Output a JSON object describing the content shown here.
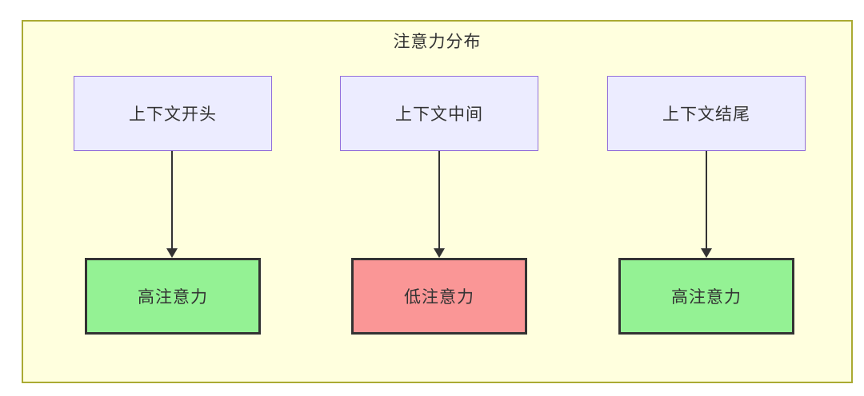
{
  "diagram": {
    "title": "注意力分布",
    "columns": [
      {
        "source_label": "上下文开头",
        "target_label": "高注意力",
        "level": "high"
      },
      {
        "source_label": "上下文中间",
        "target_label": "低注意力",
        "level": "low"
      },
      {
        "source_label": "上下文结尾",
        "target_label": "高注意力",
        "level": "high"
      }
    ],
    "colors": {
      "container_background": "#ffffde",
      "container_border": "#aaaa33",
      "source_node_background": "#ececff",
      "source_node_border": "#9370db",
      "high_attention_background": "#94f294",
      "low_attention_background": "#fa9696",
      "target_node_border": "#333333",
      "arrow": "#333333",
      "text": "#333333"
    }
  }
}
